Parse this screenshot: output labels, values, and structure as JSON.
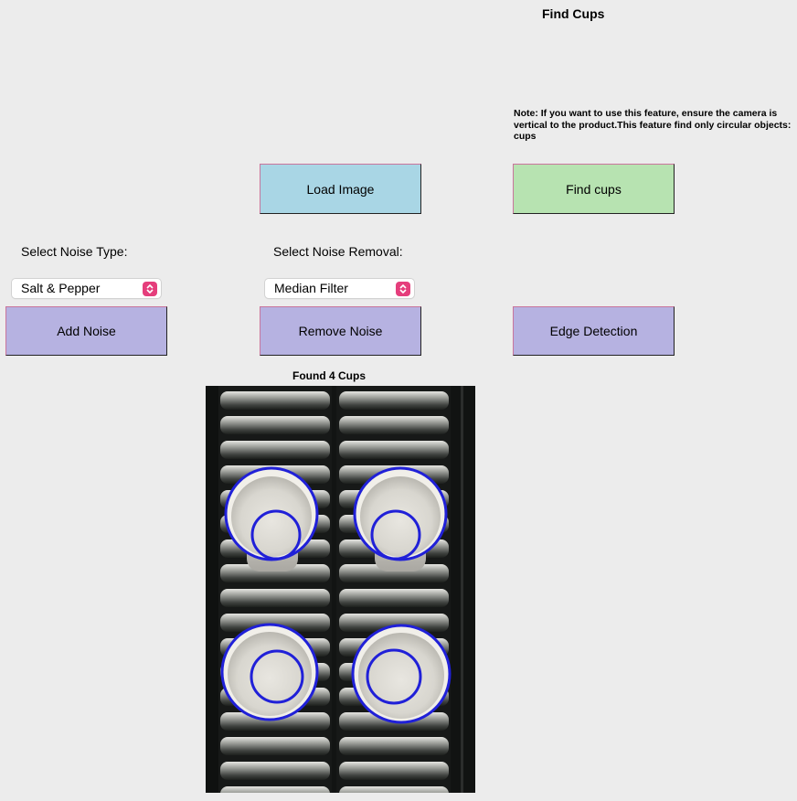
{
  "find_cups": {
    "title": "Find Cups",
    "note": "Note: If you want to use this feature, ensure the camera is vertical to the product.This feature find only circular objects: cups",
    "button_label": "Find cups"
  },
  "load": {
    "button_label": "Load Image"
  },
  "noise": {
    "type_label": "Select Noise Type:",
    "type_selected": "Salt & Pepper",
    "add_button_label": "Add Noise"
  },
  "removal": {
    "label": "Select Noise Removal:",
    "selected": "Median Filter",
    "remove_button_label": "Remove Noise"
  },
  "edge": {
    "button_label": "Edge Detection"
  },
  "result": {
    "title": "Found 4 Cups",
    "cup_count": 4
  },
  "colors": {
    "background": "#ececec",
    "load_button": "#a9d6e5",
    "find_button": "#b7e3b1",
    "action_button": "#b6b2e1",
    "select_chevron": "#e53e7c",
    "detection_circle": "#2020d8"
  },
  "icons": {
    "select_chevron": "updown-chevron-icon"
  }
}
